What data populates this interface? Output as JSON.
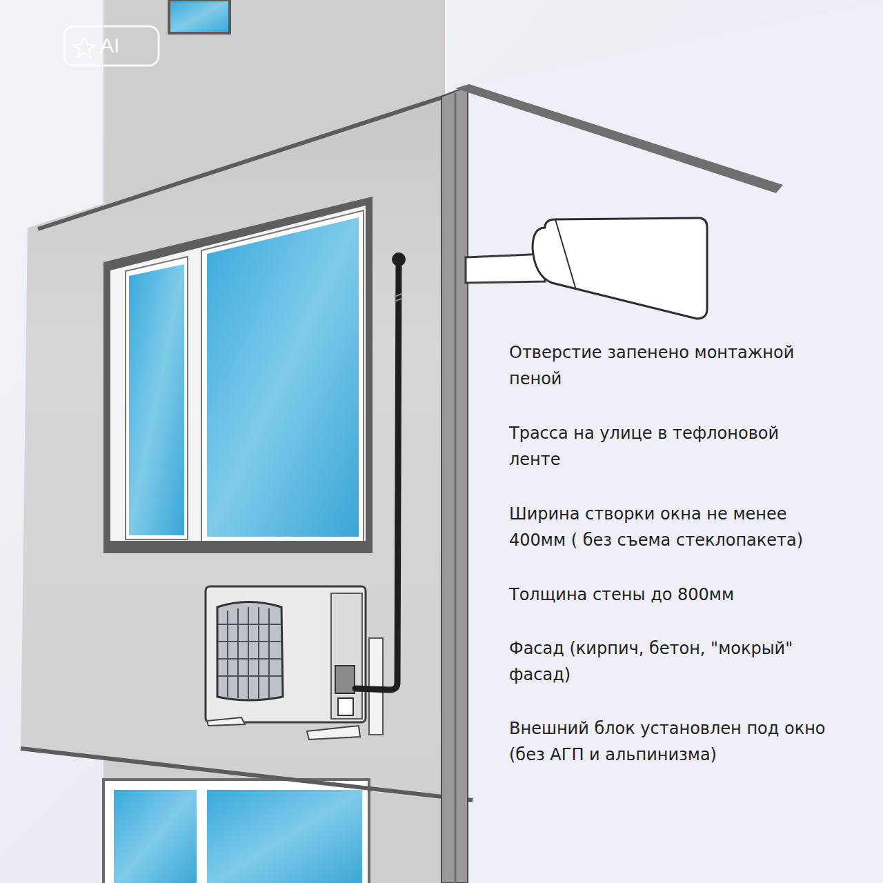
{
  "diagram": {
    "labels": [
      "AI",
      "Отверстие запенено монтажной пеной",
      "Трасса на улице в тефлоновой ленте",
      "Ширина створки окна не менее 400мм ( без съема стеклопакета)",
      "Толщина стены до 800мм",
      "Фасад (кирпич, бетон, \"мокрый\" фасад)",
      "Внешний блок установлен под окно (без АГП и альпинизма)"
    ]
  }
}
